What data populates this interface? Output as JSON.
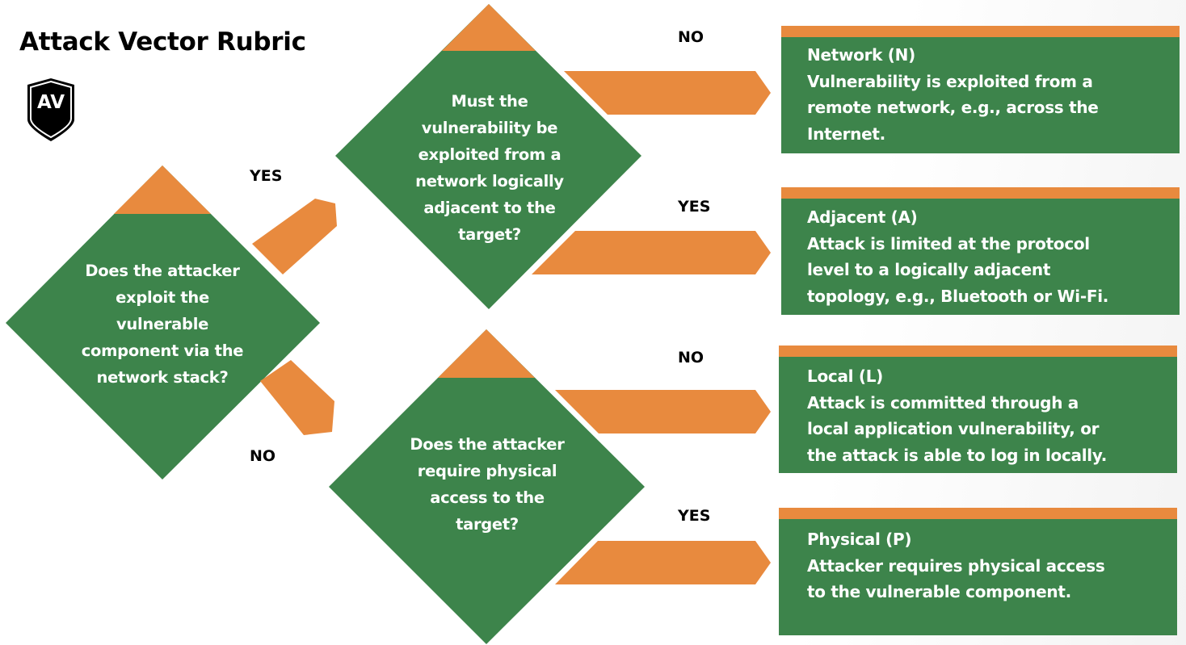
{
  "title": "Attack Vector Rubric",
  "badge": {
    "icon": "shield-icon",
    "label": "AV"
  },
  "colors": {
    "green": "#3d844b",
    "orange": "#e88a3e",
    "text_dark": "#000000",
    "text_light": "#ffffff"
  },
  "questions": {
    "q1": {
      "text": "Does the attacker exploit the vulnerable component via the network stack?",
      "lines": [
        "Does the attacker",
        "exploit the",
        "vulnerable",
        "component via the",
        "network stack?"
      ]
    },
    "q2": {
      "text": "Must the vulnerability be exploited from a network logically adjacent to the target?",
      "lines": [
        "Must the",
        "vulnerability be",
        "exploited from a",
        "network logically",
        "adjacent to the",
        "target?"
      ]
    },
    "q3": {
      "text": "Does the attacker require physical access to the target?",
      "lines": [
        "Does the attacker",
        "require physical",
        "access to the",
        "target?"
      ]
    }
  },
  "edges": {
    "q1_yes": "YES",
    "q1_no": "NO",
    "q2_no": "NO",
    "q2_yes": "YES",
    "q3_no": "NO",
    "q3_yes": "YES"
  },
  "results": [
    {
      "heading": "Network (N)",
      "lines": [
        "Vulnerability is exploited from a",
        "remote network, e.g., across the",
        "Internet."
      ]
    },
    {
      "heading": "Adjacent (A)",
      "lines": [
        "Attack is limited at the protocol",
        "level to a logically adjacent",
        "topology, e.g., Bluetooth or Wi-Fi."
      ]
    },
    {
      "heading": "Local (L)",
      "lines": [
        "Attack is committed through a",
        "local application vulnerability, or",
        "the attack is able to log in locally."
      ]
    },
    {
      "heading": "Physical (P)",
      "lines": [
        "Attacker requires physical access",
        "to the vulnerable component."
      ]
    }
  ]
}
